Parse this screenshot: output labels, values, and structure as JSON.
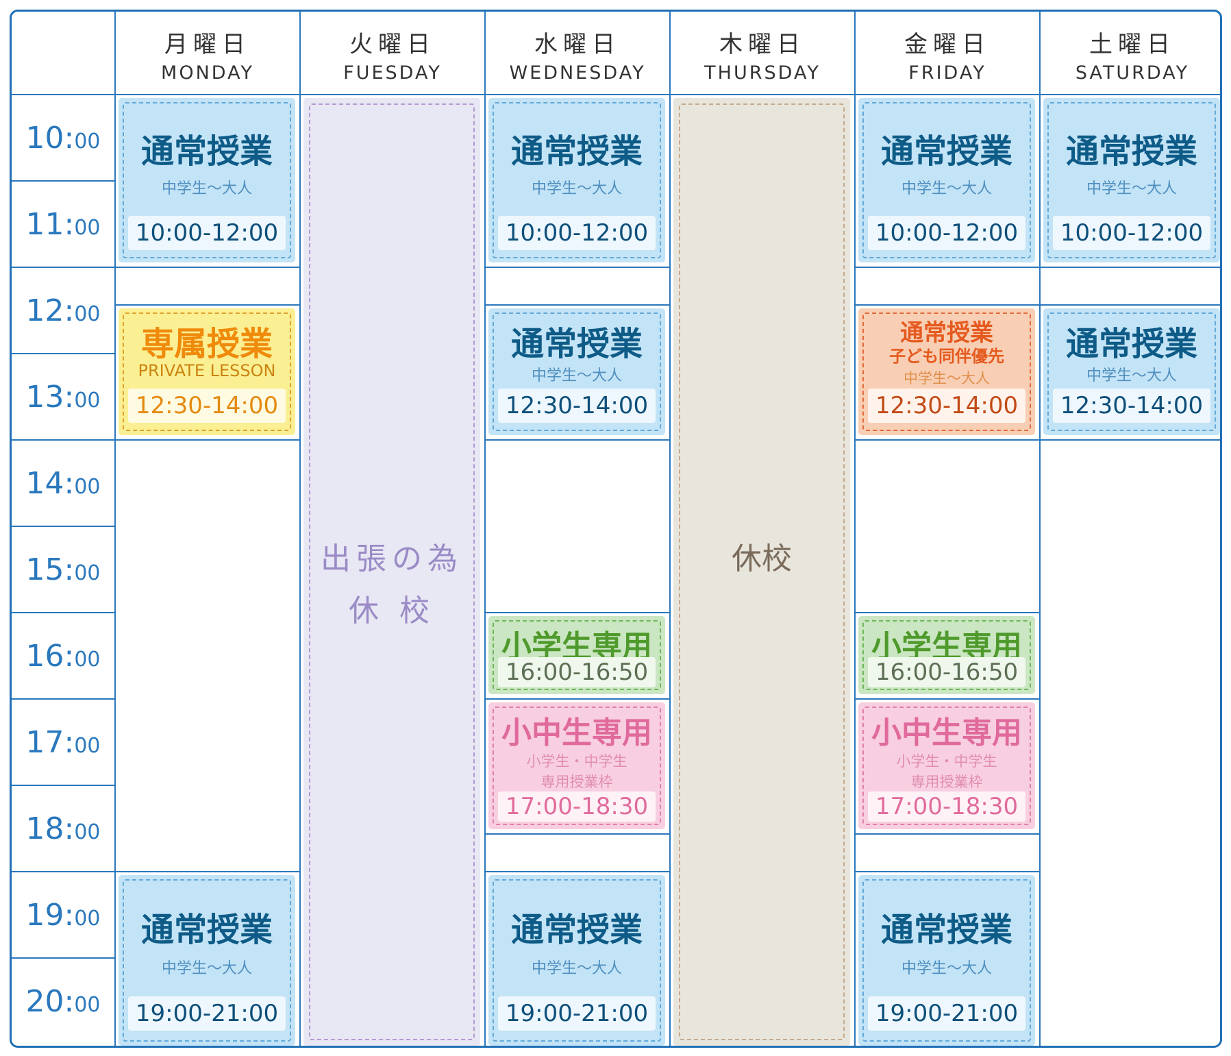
{
  "days": [
    {
      "jp": "月曜日",
      "en": "MONDAY"
    },
    {
      "jp": "火曜日",
      "en": "FUESDAY"
    },
    {
      "jp": "水曜日",
      "en": "WEDNESDAY"
    },
    {
      "jp": "木曜日",
      "en": "THURSDAY"
    },
    {
      "jp": "金曜日",
      "en": "FRIDAY"
    },
    {
      "jp": "土曜日",
      "en": "SATURDAY"
    }
  ],
  "times": [
    {
      "h": "10:",
      "m": "00"
    },
    {
      "h": "11:",
      "m": "00"
    },
    {
      "h": "12:",
      "m": "00"
    },
    {
      "h": "13:",
      "m": "00"
    },
    {
      "h": "14:",
      "m": "00"
    },
    {
      "h": "15:",
      "m": "00"
    },
    {
      "h": "16:",
      "m": "00"
    },
    {
      "h": "17:",
      "m": "00"
    },
    {
      "h": "18:",
      "m": "00"
    },
    {
      "h": "19:",
      "m": "00"
    },
    {
      "h": "20:",
      "m": "00"
    }
  ],
  "colors": {
    "border": "#2a78bd",
    "regular": "#c3e3f6",
    "private": "#fbef94",
    "child_priority": "#f8cfb4",
    "elementary": "#cbe6c3",
    "elem_junior": "#f8cfe0",
    "closed_tuesday": "#e8e7f4",
    "closed_thursday": "#e8e6dc"
  },
  "blocks": {
    "mon_regular_am": {
      "title": "通常授業",
      "sub": "中学生〜大人",
      "time": "10:00-12:00"
    },
    "mon_private": {
      "title": "専属授業",
      "sub": "PRIVATE LESSON",
      "time": "12:30-14:00"
    },
    "mon_regular_pm": {
      "title": "通常授業",
      "sub": "中学生〜大人",
      "time": "19:00-21:00"
    },
    "tue_closed": {
      "line1": "出張の為",
      "line2": "休 校"
    },
    "wed_regular_am": {
      "title": "通常授業",
      "sub": "中学生〜大人",
      "time": "10:00-12:00"
    },
    "wed_regular_mid": {
      "title": "通常授業",
      "sub": "中学生〜大人",
      "time": "12:30-14:00"
    },
    "wed_elementary": {
      "title": "小学生専用",
      "time": "16:00-16:50"
    },
    "wed_elem_junior": {
      "title": "小中生専用",
      "sub1": "小学生・中学生",
      "sub2": "専用授業枠",
      "time": "17:00-18:30"
    },
    "wed_regular_pm": {
      "title": "通常授業",
      "sub": "中学生〜大人",
      "time": "19:00-21:00"
    },
    "thu_closed": {
      "text": "休校"
    },
    "fri_regular_am": {
      "title": "通常授業",
      "sub": "中学生〜大人",
      "time": "10:00-12:00"
    },
    "fri_child_priority": {
      "title": "通常授業",
      "sub": "子ども同伴優先",
      "sub2": "中学生〜大人",
      "time": "12:30-14:00"
    },
    "fri_elementary": {
      "title": "小学生専用",
      "time": "16:00-16:50"
    },
    "fri_elem_junior": {
      "title": "小中生専用",
      "sub1": "小学生・中学生",
      "sub2": "専用授業枠",
      "time": "17:00-18:30"
    },
    "fri_regular_pm": {
      "title": "通常授業",
      "sub": "中学生〜大人",
      "time": "19:00-21:00"
    },
    "sat_regular_am": {
      "title": "通常授業",
      "sub": "中学生〜大人",
      "time": "10:00-12:00"
    },
    "sat_regular_mid": {
      "title": "通常授業",
      "sub": "中学生〜大人",
      "time": "12:30-14:00"
    }
  }
}
